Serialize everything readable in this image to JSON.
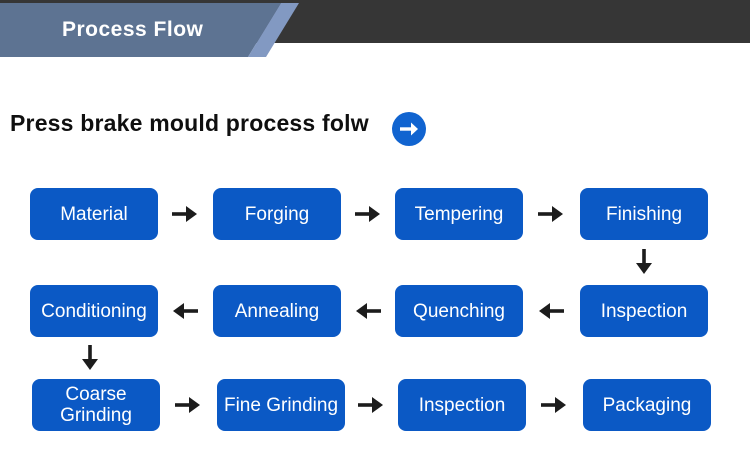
{
  "header": {
    "banner_label": "Process Flow"
  },
  "title": {
    "text": "Press brake mould process folw",
    "icon": "arrow-right-circle-icon"
  },
  "flow": {
    "rows": [
      {
        "direction": "right",
        "boxes": [
          {
            "label": "Material"
          },
          {
            "label": "Forging"
          },
          {
            "label": "Tempering"
          },
          {
            "label": "Finishing"
          }
        ]
      },
      {
        "direction": "left",
        "boxes": [
          {
            "label": "Conditioning"
          },
          {
            "label": "Annealing"
          },
          {
            "label": "Quenching"
          },
          {
            "label": "Inspection"
          }
        ]
      },
      {
        "direction": "right",
        "boxes": [
          {
            "label": "Coarse Grinding"
          },
          {
            "label": "Fine Grinding"
          },
          {
            "label": "Inspection"
          },
          {
            "label": "Packaging"
          }
        ]
      }
    ],
    "connectors": [
      {
        "from": "Finishing",
        "to": "Inspection",
        "direction": "down"
      },
      {
        "from": "Conditioning",
        "to": "Coarse Grinding",
        "direction": "down"
      }
    ]
  },
  "colors": {
    "box_blue": "#0b59c5",
    "banner_slate": "#5d7392",
    "banner_slash": "#8299c2",
    "header_dark": "#363636",
    "title_circle_blue": "#1164d0",
    "arrow_black": "#1c1c1c"
  }
}
